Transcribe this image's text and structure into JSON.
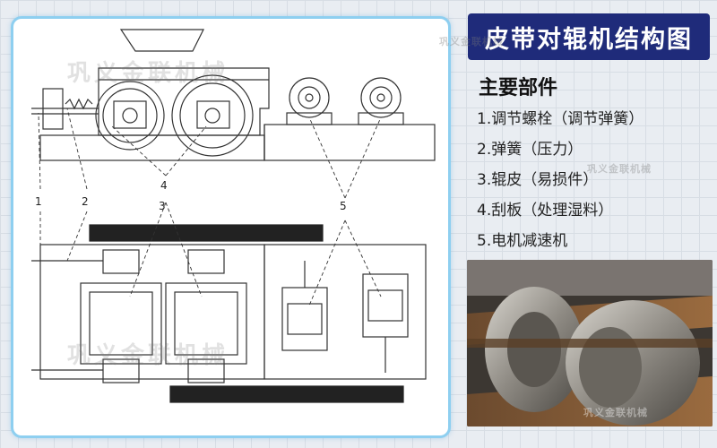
{
  "title": "皮带对辊机结构图",
  "parts_heading": "主要部件",
  "parts": [
    "1.调节螺栓（调节弹簧）",
    "2.弹簧（压力）",
    "3.辊皮（易损件）",
    "4.刮板（处理湿料）",
    "5.电机减速机"
  ],
  "callouts": [
    "1",
    "2",
    "3",
    "4",
    "5"
  ],
  "watermark": "巩义金联机械",
  "watermark_small": "巩义金联机械",
  "colors": {
    "title_bg": "#1f2b7a",
    "panel_border": "#8ecff0",
    "line": "#333333",
    "belt": "#222222"
  }
}
